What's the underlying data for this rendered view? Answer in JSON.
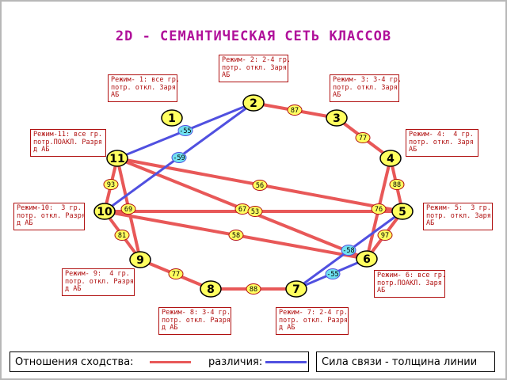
{
  "title": "2D - СЕМАНТИЧЕСКАЯ СЕТЬ КЛАССОВ",
  "colors": {
    "similarity": "#e85858",
    "difference": "#5050e0",
    "node_fill": "#ffff60",
    "label_yellow": "#ffff60",
    "label_cyan": "#70e0f0",
    "box_border": "#b01010",
    "title": "#b0109a"
  },
  "nodes": [
    {
      "id": "1",
      "label": "1"
    },
    {
      "id": "2",
      "label": "2"
    },
    {
      "id": "3",
      "label": "3"
    },
    {
      "id": "4",
      "label": "4"
    },
    {
      "id": "5",
      "label": "5"
    },
    {
      "id": "6",
      "label": "6"
    },
    {
      "id": "7",
      "label": "7"
    },
    {
      "id": "8",
      "label": "8"
    },
    {
      "id": "9",
      "label": "9"
    },
    {
      "id": "10",
      "label": "10"
    },
    {
      "id": "11",
      "label": "11"
    }
  ],
  "edges": [
    {
      "from": "2",
      "to": "3",
      "weight": "87",
      "kind": "similarity"
    },
    {
      "from": "3",
      "to": "4",
      "weight": "77",
      "kind": "similarity"
    },
    {
      "from": "4",
      "to": "5",
      "weight": "88",
      "kind": "similarity"
    },
    {
      "from": "5",
      "to": "6",
      "weight": "97",
      "kind": "similarity"
    },
    {
      "from": "4",
      "to": "6",
      "weight": "",
      "kind": "similarity"
    },
    {
      "from": "7",
      "to": "8",
      "weight": "88",
      "kind": "similarity"
    },
    {
      "from": "8",
      "to": "9",
      "weight": "77",
      "kind": "similarity"
    },
    {
      "from": "9",
      "to": "10",
      "weight": "81",
      "kind": "similarity"
    },
    {
      "from": "10",
      "to": "11",
      "weight": "93",
      "kind": "similarity"
    },
    {
      "from": "11",
      "to": "9",
      "weight": "69",
      "kind": "similarity"
    },
    {
      "from": "11",
      "to": "5",
      "weight": "56",
      "kind": "similarity"
    },
    {
      "from": "10",
      "to": "5",
      "weight": "67",
      "kind": "similarity"
    },
    {
      "from": "11",
      "to": "6",
      "weight": "53",
      "kind": "similarity"
    },
    {
      "from": "10",
      "to": "6",
      "weight": "58",
      "kind": "similarity"
    },
    {
      "from": "5",
      "to": "10",
      "weight": "76",
      "kind": "similarity"
    },
    {
      "from": "2",
      "to": "11",
      "weight": "-55",
      "kind": "difference"
    },
    {
      "from": "2",
      "to": "10",
      "weight": "-59",
      "kind": "difference"
    },
    {
      "from": "5",
      "to": "7",
      "weight": "-58",
      "kind": "difference"
    },
    {
      "from": "6",
      "to": "7",
      "weight": "-55",
      "kind": "difference"
    }
  ],
  "modes": [
    {
      "id": "m1",
      "text": "Режим- 1: все гр.\nпотр. откл. Заря\nАБ"
    },
    {
      "id": "m2",
      "text": "Режим- 2: 2-4 гр.\nпотр. откл. Заря\nАБ"
    },
    {
      "id": "m3",
      "text": "Режим- 3: 3-4 гр.\nпотр. откл. Заря\nАБ"
    },
    {
      "id": "m4",
      "text": "Режим- 4:  4 гр.\nпотр. откл. Заря\nАБ"
    },
    {
      "id": "m5",
      "text": "Режим- 5:  3 гр.\nпотр. откл. Заря\nАБ"
    },
    {
      "id": "m6",
      "text": "Режим- 6: все гр.\nпотр.ПОАКЛ. Заря\nАБ"
    },
    {
      "id": "m7",
      "text": "Режим- 7: 2-4 гр.\nпотр. откл. Разря\nд АБ"
    },
    {
      "id": "m8",
      "text": "Режим- 8: 3-4 гр.\nпотр. откл. Разря\nд АБ"
    },
    {
      "id": "m9",
      "text": "Режим- 9:  4 гр.\nпотр. откл. Разря\nд АБ"
    },
    {
      "id": "m10",
      "text": "Режим-10:  3 гр.\nпотр. откл. Разря\nд АБ"
    },
    {
      "id": "m11",
      "text": "Режим-11: все гр.\nпотр.ПОАКЛ. Разря\nд АБ"
    }
  ],
  "legend": {
    "similarity_label": "Отношения сходства:",
    "difference_label": "различия:",
    "strength_label": "Сила связи - толщина линии"
  }
}
